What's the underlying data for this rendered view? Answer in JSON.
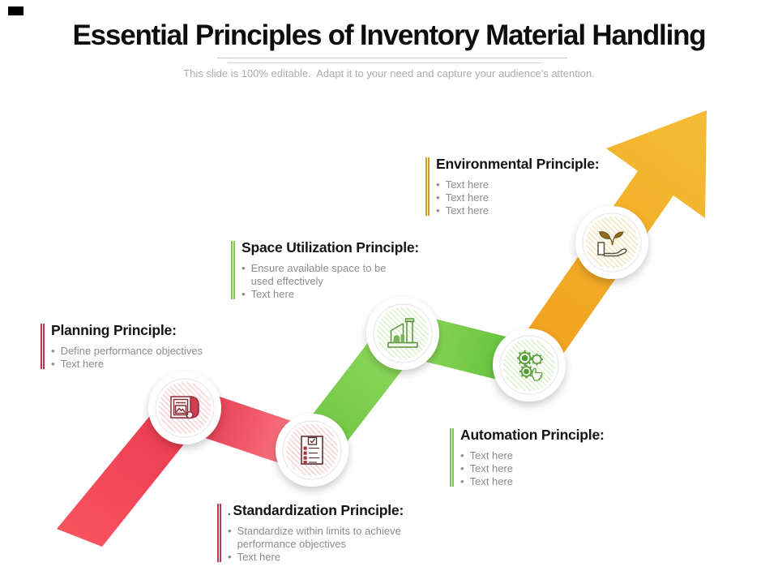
{
  "slide": {
    "title": "Essential Principles of Inventory Material Handling",
    "subtitle": "This slide is 100% editable.  Adapt it to your need and capture your audience's attention."
  },
  "colors": {
    "arrow_red": "#F0435A",
    "arrow_green": "#77CC47",
    "arrow_gold": "#F2AE2A",
    "accent_red": "#BC3A4D",
    "accent_green": "#85C55B",
    "accent_gold": "#C99E2C",
    "bullet_text": "#8C8C8C",
    "title_text": "#0D0D0D"
  },
  "principles": [
    {
      "id": "planning",
      "title": "Planning Principle:",
      "bullets": [
        "Define performance objectives",
        "Text here"
      ],
      "accent": "#BC3A4D",
      "icon": "newspaper-icon"
    },
    {
      "id": "standardization",
      "leading_dot": ".",
      "title": "Standardization Principle:",
      "bullets": [
        "Standardize within limits to achieve performance objectives",
        "Text here"
      ],
      "accent": "#BC3A4D",
      "icon": "checklist-icon"
    },
    {
      "id": "space-utilization",
      "title": "Space Utilization Principle:",
      "bullets": [
        "Ensure available space to be used effectively",
        "Text here"
      ],
      "accent": "#85C55B",
      "icon": "factory-icon"
    },
    {
      "id": "automation",
      "title": "Automation Principle:",
      "bullets": [
        "Text here",
        "Text here",
        "Text here"
      ],
      "accent": "#85C55B",
      "icon": "gears-icon"
    },
    {
      "id": "environmental",
      "title": "Environmental Principle:",
      "bullets": [
        "Text here",
        "Text here",
        "Text here"
      ],
      "accent": "#C99E2C",
      "icon": "plant-hand-icon"
    }
  ]
}
